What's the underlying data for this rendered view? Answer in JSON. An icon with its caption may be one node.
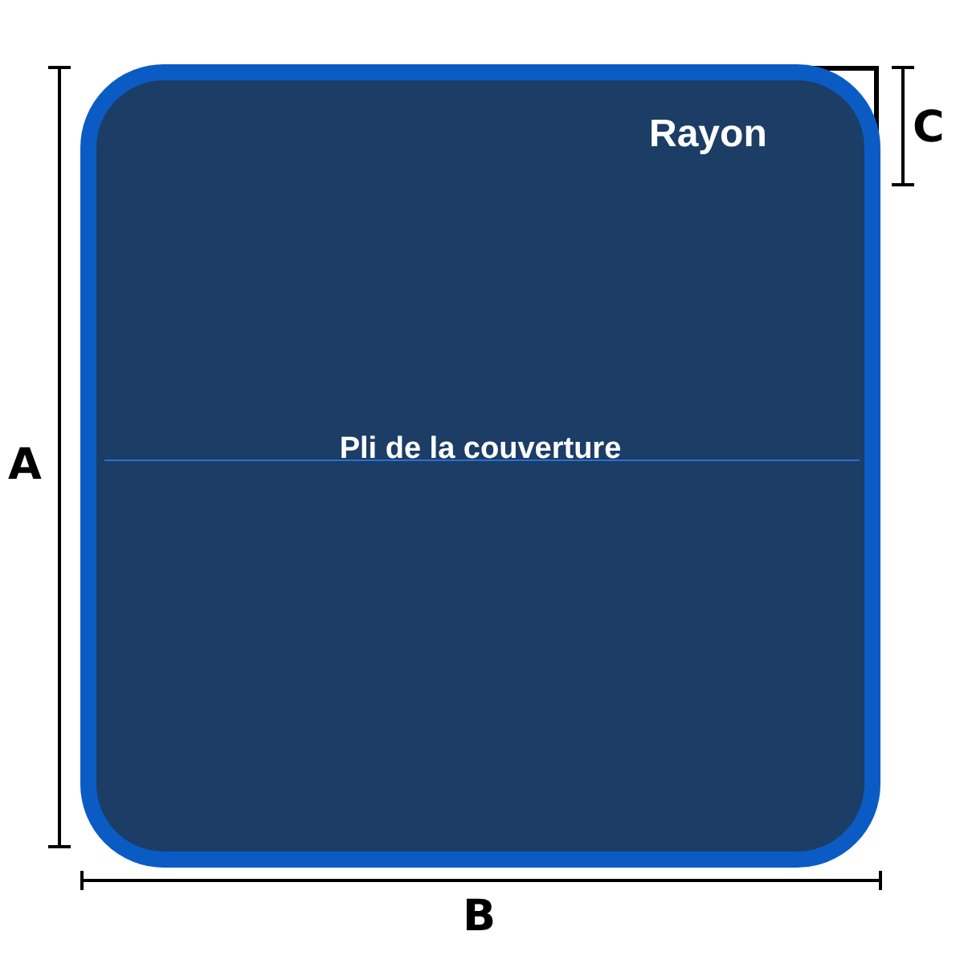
{
  "diagram": {
    "nodes": [
      {
        "text": [
          "Rayon",
          "Pli de la couverture"
        ]
      }
    ],
    "labels": [
      "A",
      "C",
      "B"
    ]
  }
}
